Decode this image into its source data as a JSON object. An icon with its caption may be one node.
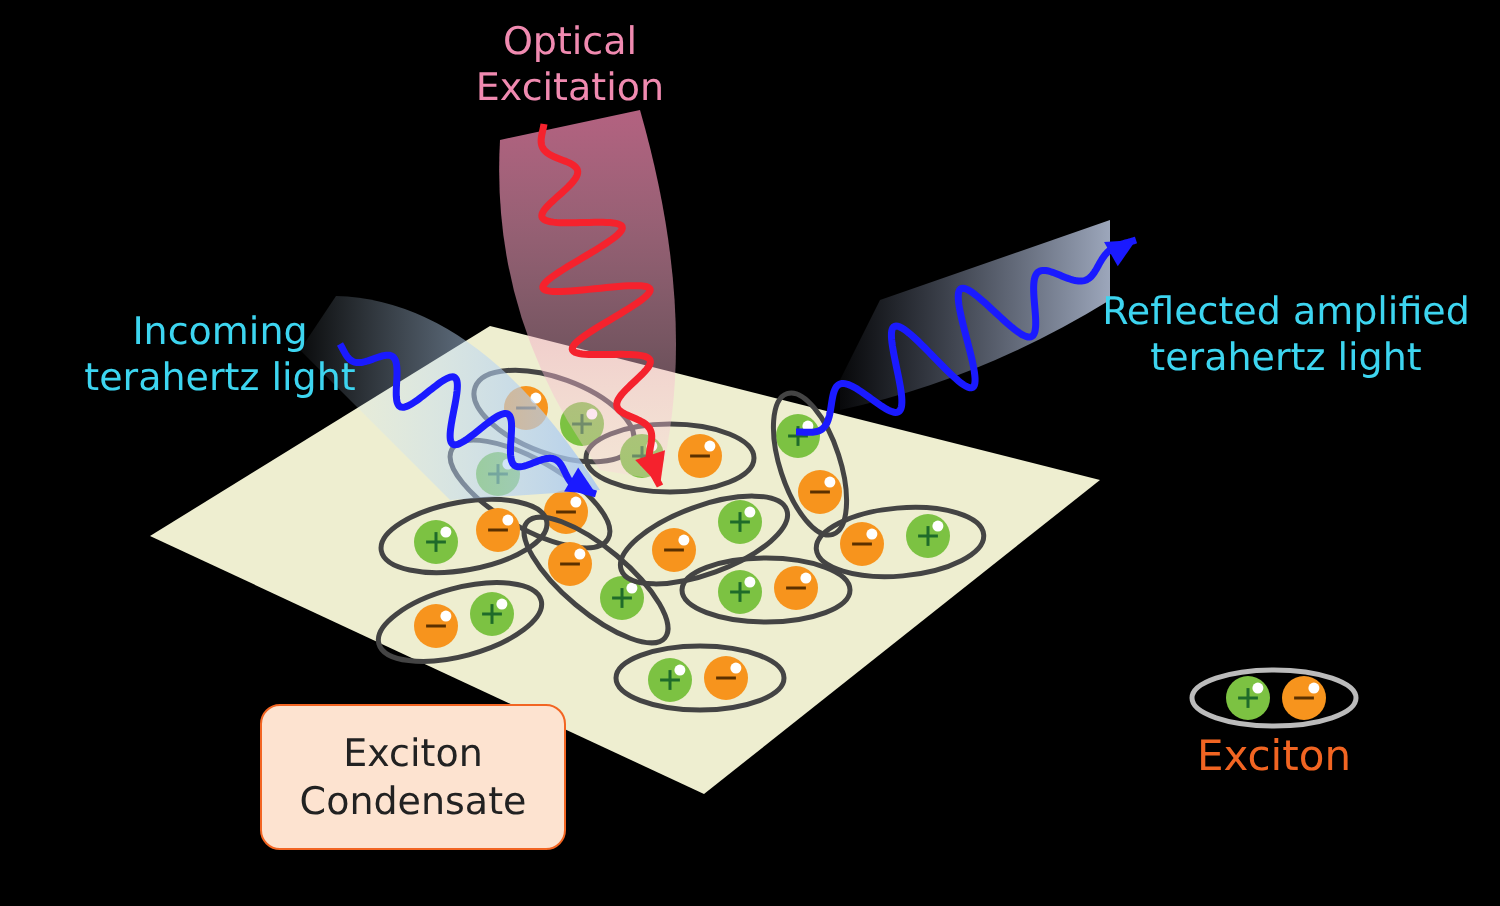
{
  "diagram": {
    "nodes": [
      {
        "text": [
          "Exciton Condensate"
        ]
      }
    ],
    "labels": [
      "Optical Excitation",
      "Incoming terahertz light",
      "Reflected amplified terahertz light"
    ],
    "legend": [
      {
        "text": "Exciton"
      }
    ]
  }
}
